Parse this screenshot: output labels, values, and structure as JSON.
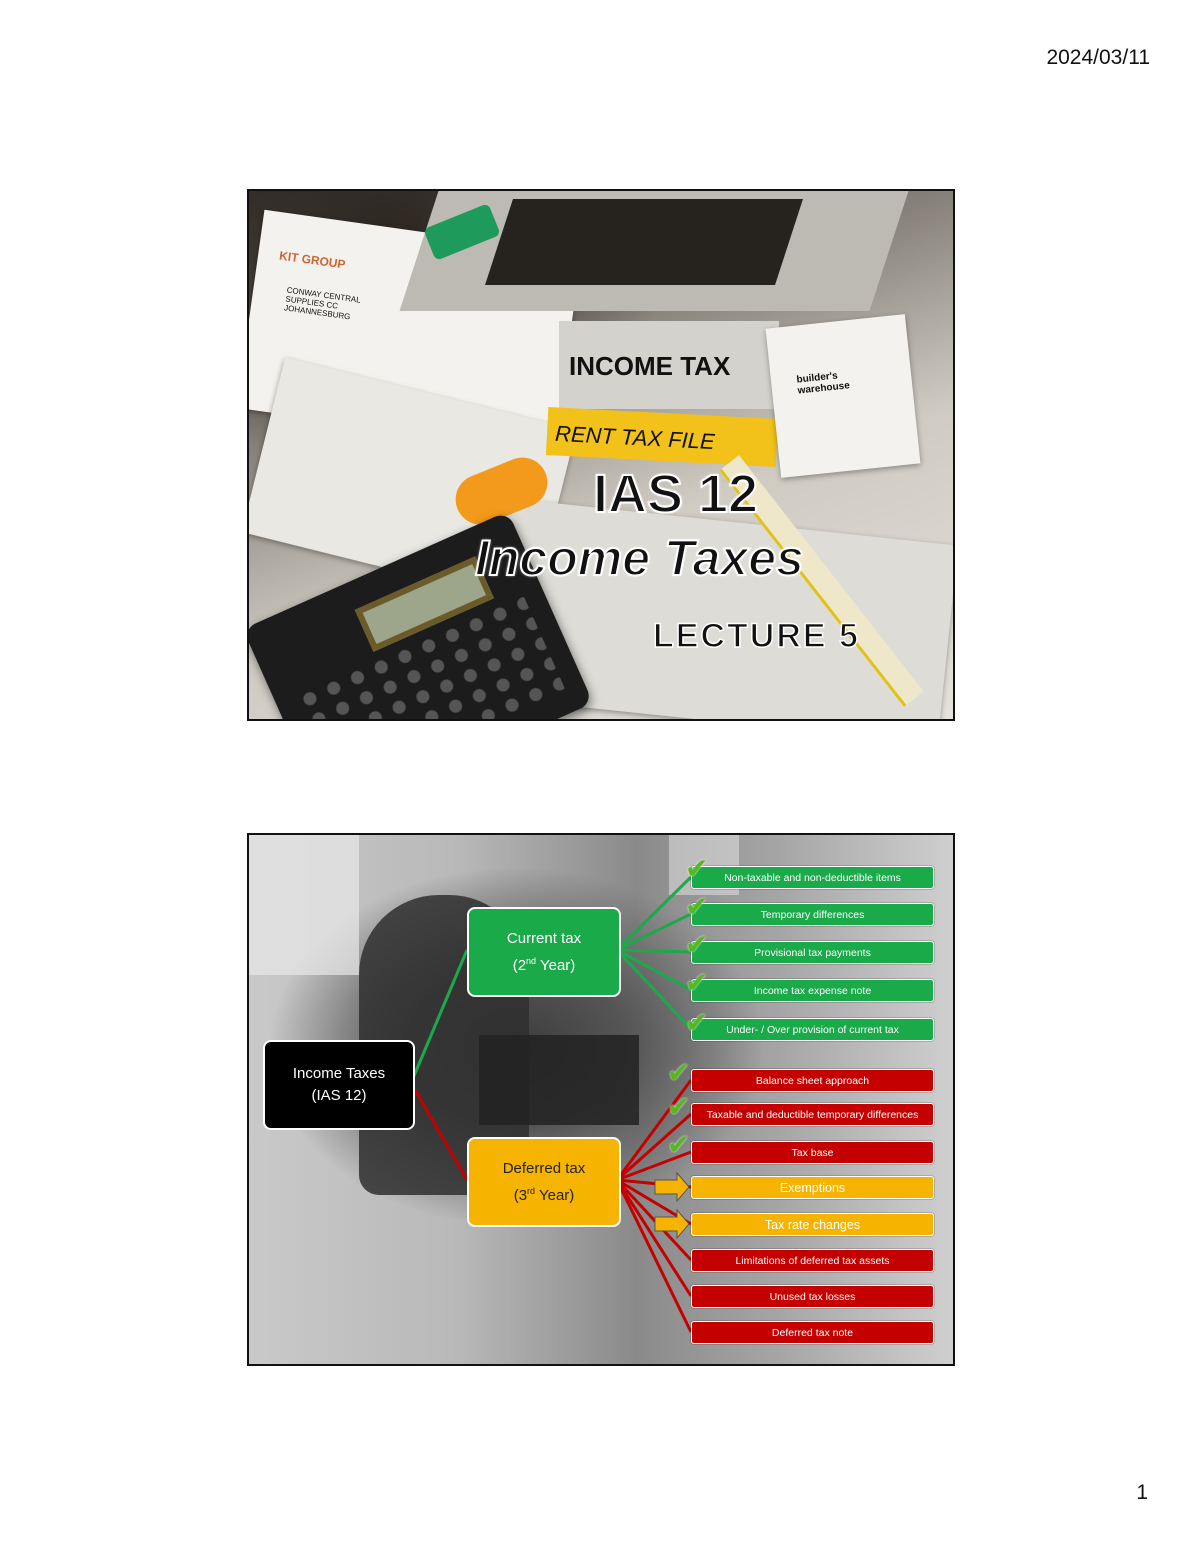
{
  "header": {
    "date": "2024/03/11"
  },
  "footer": {
    "page_number": "1"
  },
  "slide1": {
    "title_main": "IAS 12",
    "title_sub": "Income Taxes",
    "lecture": "LECTURE 5",
    "photo_text": {
      "book_income_tax": "INCOME TAX",
      "tax_file": "RENT TAX FILE",
      "letterhead": "KIT GROUP",
      "address": "CONWAY CENTRAL SUPPLIES CC JOHANNESBURG",
      "warehouse": "builder's warehouse"
    }
  },
  "slide2": {
    "root": {
      "line1": "Income Taxes",
      "line2": "(IAS 12)"
    },
    "current": {
      "line1": "Current tax",
      "year_num": "2",
      "year_sup": "nd",
      "year_word": "Year"
    },
    "deferred": {
      "line1": "Deferred tax",
      "year_num": "3",
      "year_sup": "rd",
      "year_word": "Year"
    },
    "current_items": [
      "Non-taxable and non-deductible items",
      "Temporary differences",
      "Provisional tax payments",
      "Income tax expense note",
      "Under- / Over provision of current tax"
    ],
    "deferred_items": [
      "Balance sheet approach",
      "Taxable and deductible temporary differences",
      "Tax base",
      "Exemptions",
      "Tax rate changes",
      "Limitations of deferred tax assets",
      "Unused tax losses",
      "Deferred tax note"
    ],
    "colors": {
      "green": "#1aaa4a",
      "red": "#c40000",
      "amber": "#f6b400",
      "check": "#56b81f"
    }
  }
}
